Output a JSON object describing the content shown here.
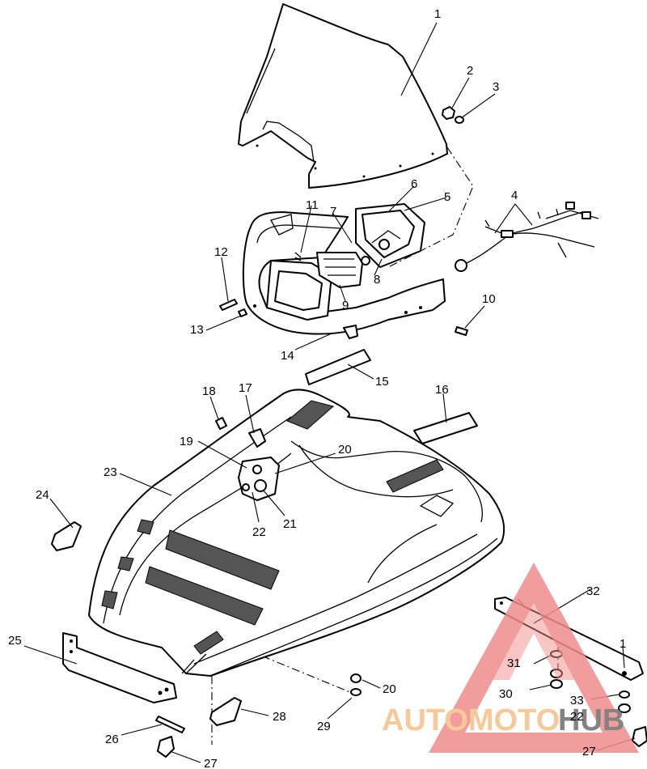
{
  "callouts": [
    "1",
    "2",
    "3",
    "4",
    "5",
    "6",
    "7",
    "8",
    "9",
    "10",
    "11",
    "12",
    "13",
    "14",
    "15",
    "16",
    "17",
    "18",
    "19",
    "20",
    "21",
    "22",
    "23",
    "24",
    "25",
    "26",
    "27",
    "28",
    "29",
    "20",
    "30",
    "31",
    "32",
    "1",
    "33",
    "22",
    "27"
  ],
  "watermark": {
    "left_text": "AUTOMOTO",
    "right_text": "HUB",
    "color_primary": "#f08c8c",
    "color_secondary": "#f5c089",
    "color_dark": "#6e6e6e"
  }
}
